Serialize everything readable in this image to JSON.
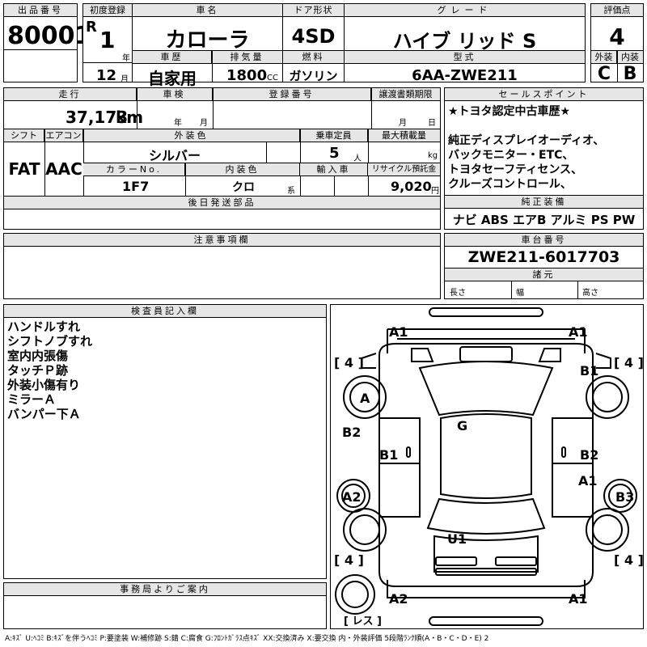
{
  "header": {
    "lot_label": "出品番号",
    "lot_value": "80001",
    "first_reg_label": "初度登録",
    "era": "R",
    "year_value": "1",
    "year_unit": "年",
    "month_value": "12",
    "month_unit": "月",
    "car_name_label": "車名",
    "car_name_value": "カローラ",
    "door_label": "ドア形状",
    "door_value": "4SD",
    "grade_label": "グレード",
    "grade_value": "ハイブ リッド S",
    "score_label": "評価点",
    "score_value": "4",
    "history_label": "車歴",
    "history_value": "自家用",
    "displacement_label": "排気量",
    "displacement_value": "1800",
    "displacement_unit": "CC",
    "fuel_label": "燃料",
    "fuel_value": "ガソリン",
    "model_label": "型式",
    "model_value": "6AA-ZWE211",
    "ext_label": "外装",
    "ext_value": "C",
    "int_label": "内装",
    "int_value": "B"
  },
  "row2": {
    "mileage_label": "走行",
    "mileage_value": "37,173",
    "mileage_unit": "km",
    "inspection_label": "車検",
    "insp_year_unit": "年",
    "insp_month_unit": "月",
    "reg_no_label": "登録番号",
    "transfer_label": "譲渡書類期限",
    "transfer_month_unit": "月",
    "transfer_day_unit": "日",
    "shift_label": "シフト",
    "shift_value": "FAT",
    "ac_label": "エアコン",
    "ac_value": "AAC",
    "ext_color_label": "外装色",
    "ext_color_value": "シルバー",
    "capacity_label": "乗車定員",
    "capacity_value": "5",
    "capacity_unit": "人",
    "load_label": "最大積載量",
    "load_unit": "kg",
    "color_no_label": "カラーNo.",
    "color_no_value": "1F7",
    "int_color_label": "内装色",
    "int_color_value": "クロ",
    "int_color_unit": "系",
    "import_label": "輸入車",
    "recycle_label": "リサイクル預託金",
    "recycle_value": "9,020",
    "recycle_unit": "円",
    "parts_label": "後日発送部品"
  },
  "sales_points": {
    "label": "セールスポイント",
    "lines": [
      "★トヨタ認定中古車歴★",
      "",
      "純正ディスプレイオーディオ、",
      "バックモニター・ETC、",
      "トヨタセーフティセンス、",
      "クルーズコントロール、"
    ]
  },
  "equipment": {
    "label": "純正装備",
    "value": "ナビ ABS エアB アルミ PS PW"
  },
  "notes": {
    "label": "注意事項欄"
  },
  "chassis": {
    "label": "車台番号",
    "value": "ZWE211-6017703"
  },
  "specs": {
    "label": "諸元",
    "length": "長さ",
    "width": "幅",
    "height": "高さ"
  },
  "inspector": {
    "label": "検査員記入欄",
    "lines": [
      "ハンドルすれ",
      "シフトノブすれ",
      "室内内張傷",
      "タッチＰ跡",
      "外装小傷有り",
      "ミラーＡ",
      "バンパー下Ａ"
    ]
  },
  "office": {
    "label": "事務局よりご案内"
  },
  "diagram": {
    "tire_fl": "[ 4 ]",
    "tire_fr": "[ 4 ]",
    "tire_rl": "[ 4 ]",
    "tire_rr": "[ 4 ]",
    "spare": "[ レス ]",
    "marks": {
      "a1_fl": "A1",
      "a1_fr": "A1",
      "b1_right_front": "B1",
      "a_left_wheel": "A",
      "b2_left": "B2",
      "g_roof": "G",
      "b1_left_door": "B1",
      "b2_right_door": "B2",
      "a1_right": "A1",
      "a2_left": "A2",
      "b3_right": "B3",
      "u1_trunk": "U1",
      "a2_rear_left": "A2",
      "a1_rear_right": "A1"
    }
  },
  "legend": "A:ｷｽﾞ U:ﾍｺﾐ B:ｷｽﾞを伴うﾍｺﾐ P:要塗装 W:補修跡 S:錆 C:腐食 G:ﾌﾛﾝﾄｶﾞﾗｽ点ｷｽﾞ XX:交換済み X:要交換 内・外装評価 5段階ﾗﾝｸ順(A・B・C・D・E) 2"
}
